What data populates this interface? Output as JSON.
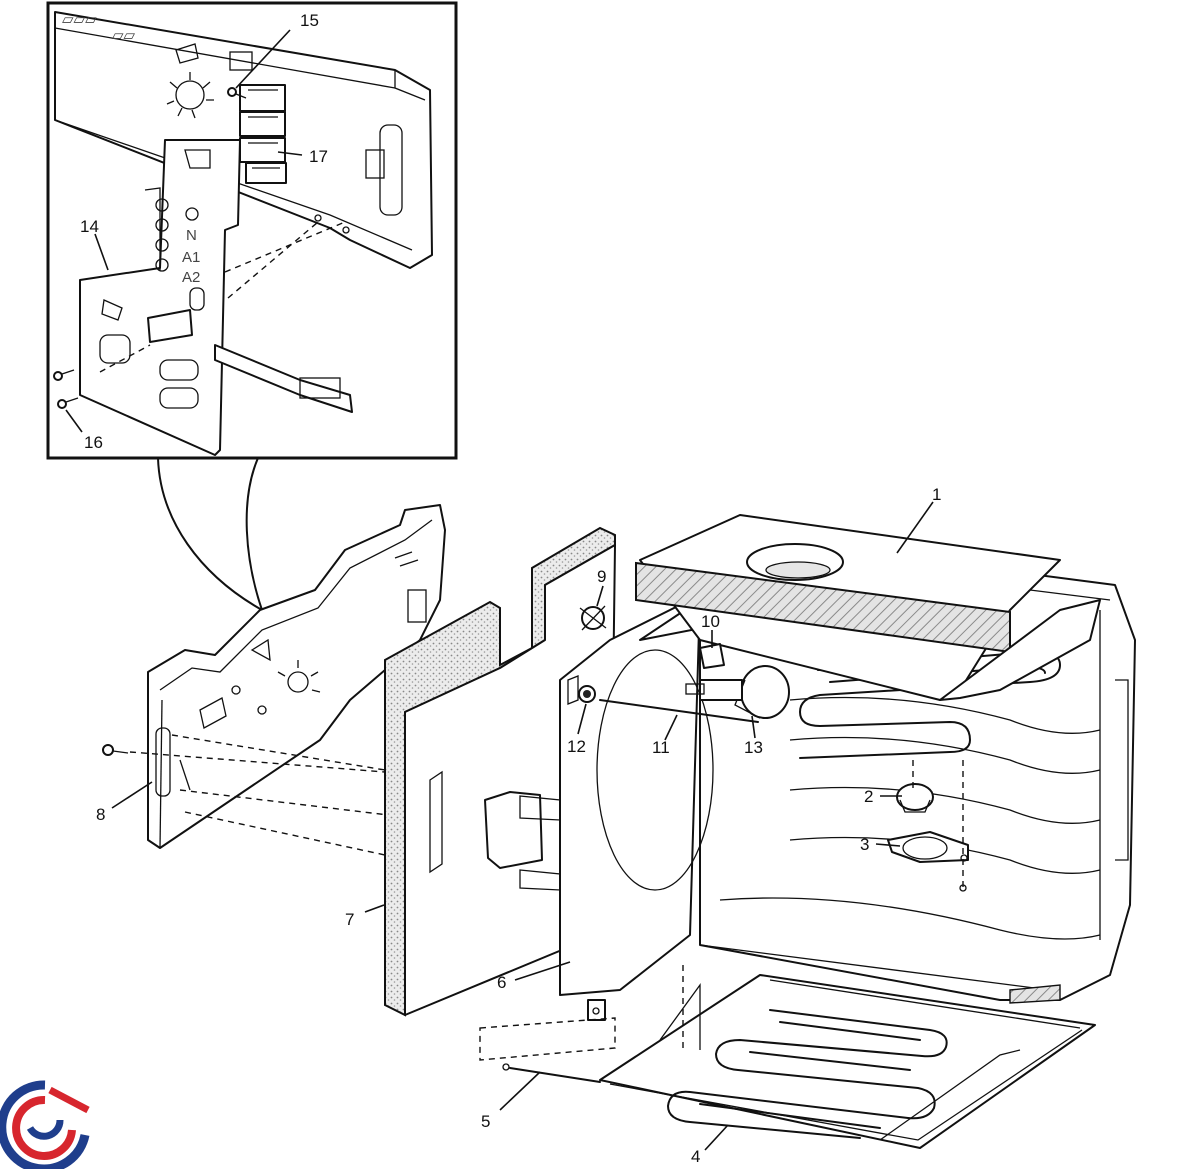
{
  "diagram": {
    "callouts": [
      "1",
      "2",
      "3",
      "4",
      "5",
      "6",
      "7",
      "8",
      "9",
      "10",
      "11",
      "12",
      "13",
      "14",
      "15",
      "16",
      "17"
    ],
    "inset_markings": [
      "N",
      "A1",
      "A2"
    ]
  },
  "colors": {
    "line": "#111111",
    "insulation_hatch": "#c8c8c8",
    "logo_blue": "#1f3e8c",
    "logo_red": "#d7262e"
  }
}
